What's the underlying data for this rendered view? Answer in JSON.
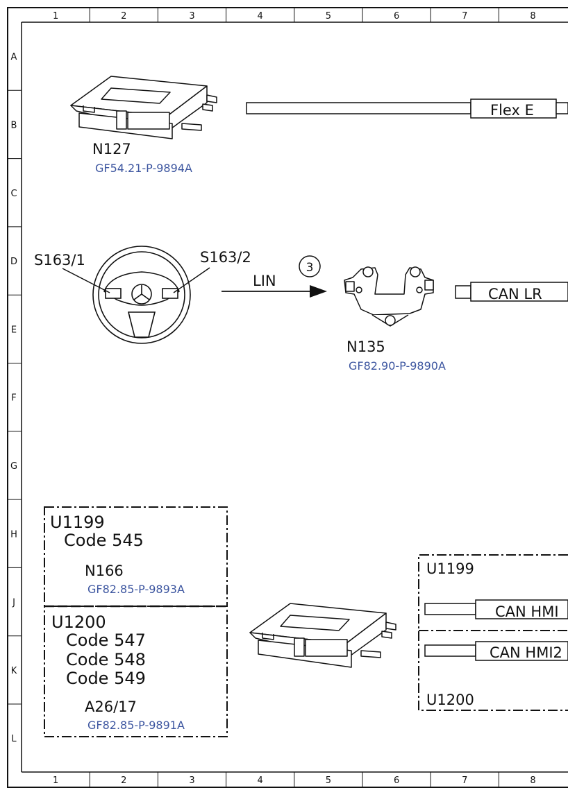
{
  "sheet": {
    "columns": [
      "1",
      "2",
      "3",
      "4",
      "5",
      "6",
      "7",
      "8"
    ],
    "rows": [
      "A",
      "B",
      "C",
      "D",
      "E",
      "F",
      "G",
      "H",
      "J",
      "K",
      "L"
    ]
  },
  "components": {
    "n127": {
      "label": "N127",
      "ref": "GF54.21-P-9894A"
    },
    "n135": {
      "label": "N135",
      "ref": "GF82.90-P-9890A"
    },
    "switch_left": {
      "label": "S163/1"
    },
    "switch_right": {
      "label": "S163/2"
    },
    "n166": {
      "label": "N166",
      "ref": "GF82.85-P-9893A"
    },
    "a26_17": {
      "label": "A26/17",
      "ref": "GF82.85-P-9891A"
    }
  },
  "connections": {
    "flex_e": "Flex E",
    "can_lr": "CAN LR",
    "lin": "LIN",
    "lin_number": "3",
    "can_hmi": "CAN HMI",
    "can_hmi2": "CAN HMI2"
  },
  "boxes": {
    "u1199": {
      "title": "U1199",
      "codes": [
        "Code 545"
      ]
    },
    "u1200": {
      "title": "U1200",
      "codes": [
        "Code 547",
        "Code 548",
        "Code 549"
      ]
    },
    "right_u1199": "U1199",
    "right_u1200": "U1200"
  }
}
